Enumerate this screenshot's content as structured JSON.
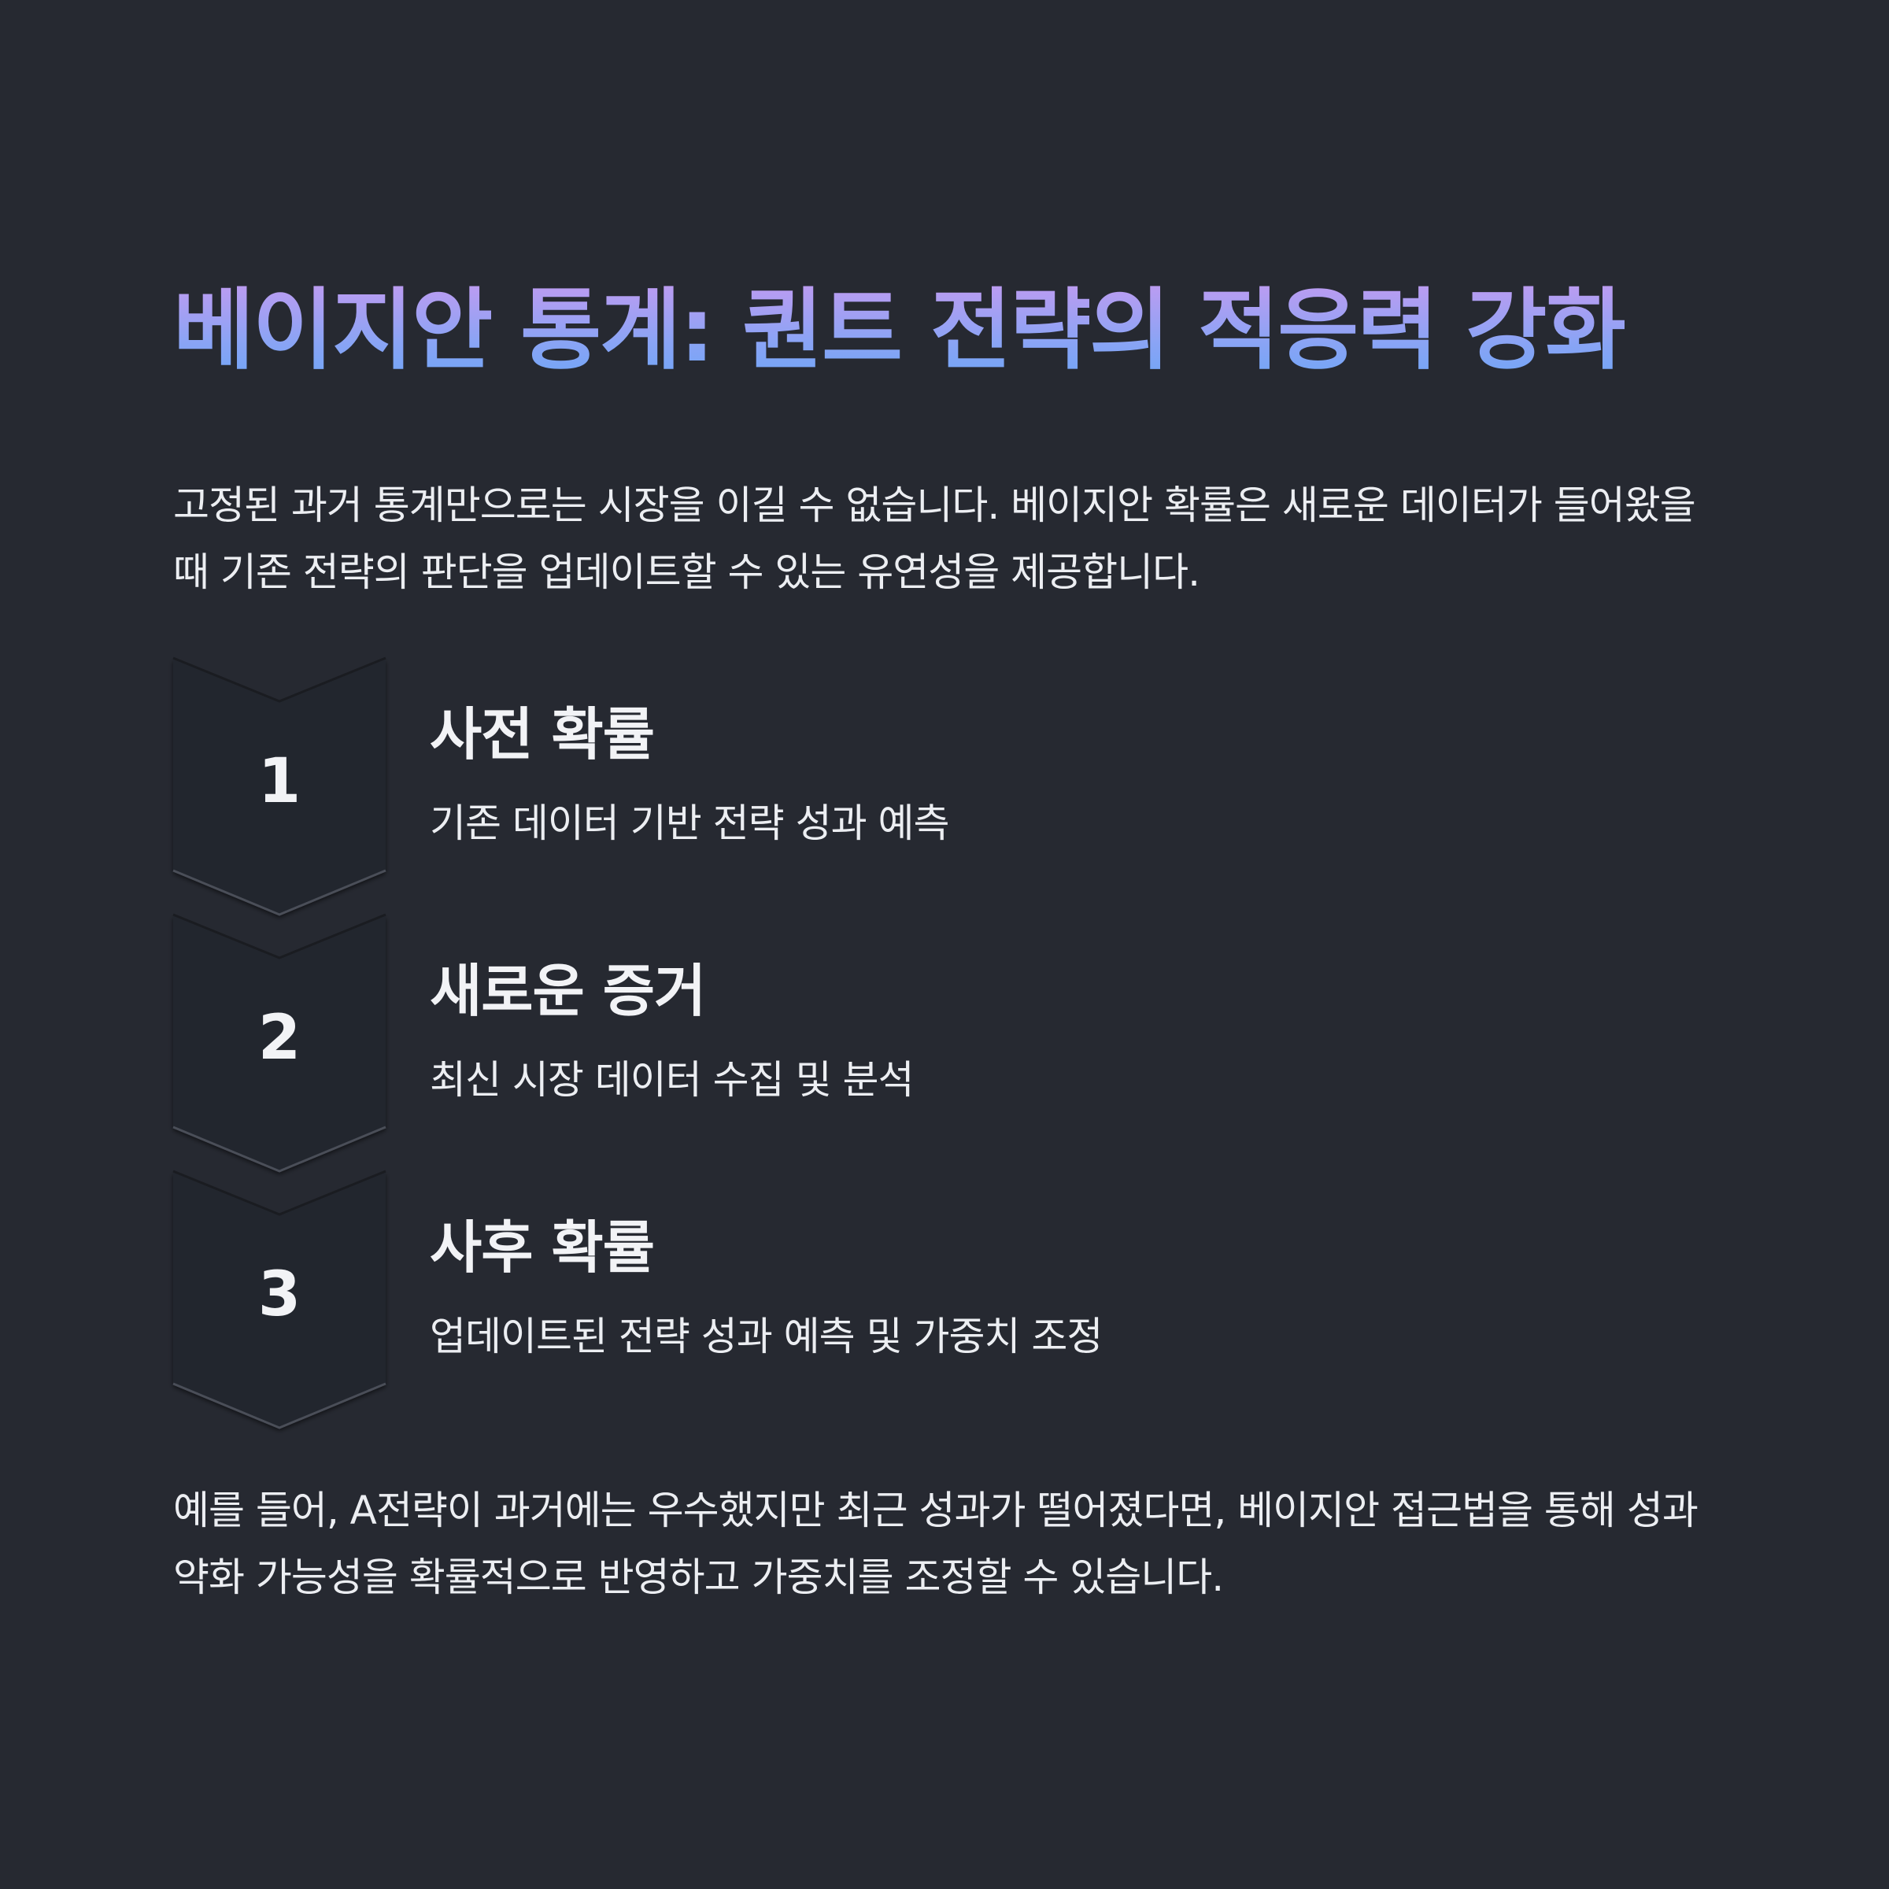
{
  "title": "베이지안 통계: 퀀트 전략의 적응력 강화",
  "intro": "고정된 과거 통계만으로는 시장을 이길 수 없습니다. 베이지안 확률은 새로운 데이터가 들어왔을 때 기존 전략의 판단을 업데이트할 수 있는 유연성을 제공합니다.",
  "steps": [
    {
      "number": "1",
      "title": "사전 확률",
      "description": "기존 데이터 기반 전략 성과 예측"
    },
    {
      "number": "2",
      "title": "새로운 증거",
      "description": "최신 시장 데이터 수집 및 분석"
    },
    {
      "number": "3",
      "title": "사후 확률",
      "description": "업데이트된 전략 성과 예측 및 가중치 조정"
    }
  ],
  "outro": "예를 들어, A전략이 과거에는 우수했지만 최근 성과가 떨어졌다면, 베이지안 접근법을 통해 성과 약화 가능성을 확률적으로 반영하고 가중치를 조정할 수 있습니다.",
  "colors": {
    "background": "#262931",
    "title_gradient_start": "#c79af0",
    "title_gradient_end": "#6aa6f7",
    "text": "#eceef2",
    "badge_fill": "#23262d"
  }
}
